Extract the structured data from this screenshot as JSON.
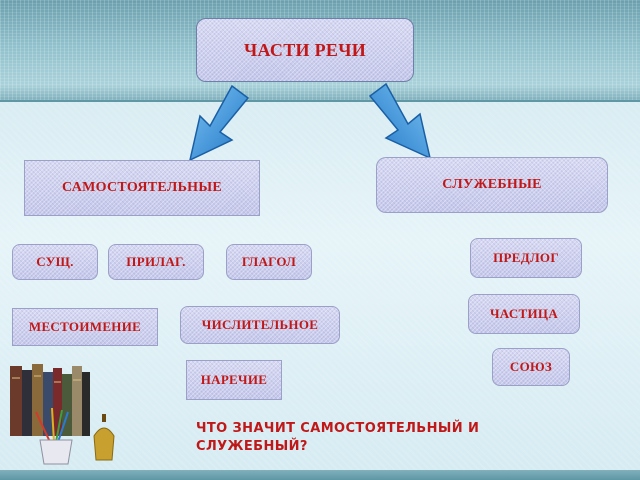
{
  "title": "ЧАСТИ РЕЧИ",
  "branches": {
    "independent": {
      "label": "САМОСТОЯТЕЛЬНЫЕ",
      "items": [
        "СУЩ.",
        "ПРИЛАГ.",
        "ГЛАГОЛ",
        "МЕСТОИМЕНИЕ",
        "ЧИСЛИТЕЛЬНОЕ",
        "НАРЕЧИЕ"
      ]
    },
    "auxiliary": {
      "label": "СЛУЖЕБНЫЕ",
      "items": [
        "ПРЕДЛОГ",
        "ЧАСТИЦА",
        "СОЮЗ"
      ]
    }
  },
  "question": "ЧТО ЗНАЧИТ САМОСТОЯТЕЛЬНЫЙ И СЛУЖЕБНЫЙ?",
  "colors": {
    "text_accent": "#c01818",
    "box_fill": "#cfd1ef",
    "arrow_fill": "#2f8fd8"
  },
  "decor": {
    "books_icon": "books-with-pencils-icon"
  }
}
